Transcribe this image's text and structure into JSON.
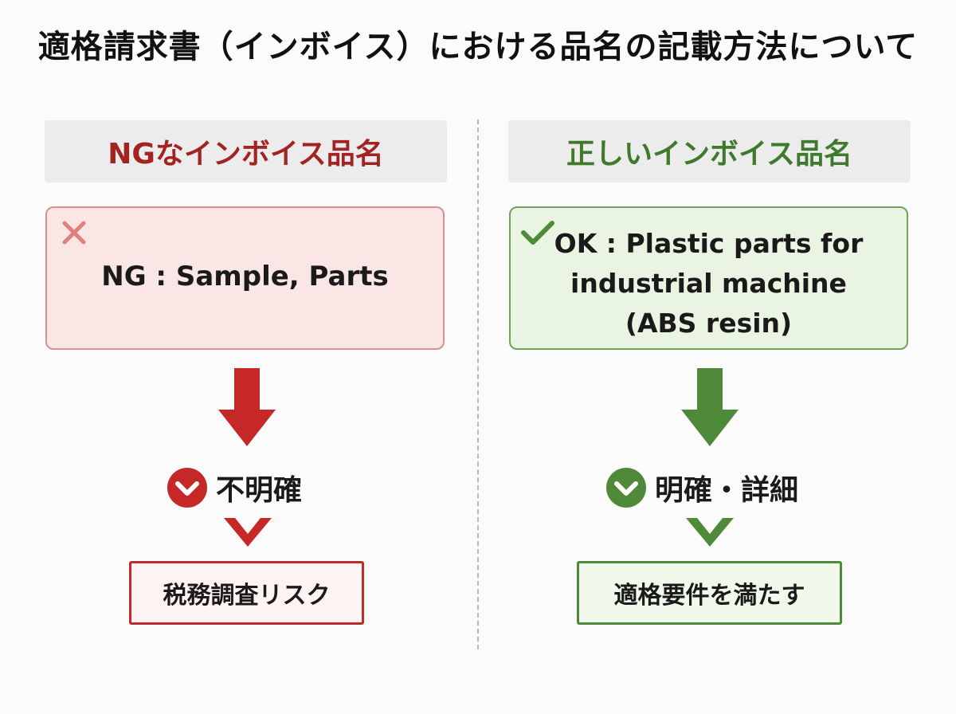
{
  "title": "適格請求書（インボイス）における品名の記載方法について",
  "colors": {
    "ng_accent": "#c62828",
    "ok_accent": "#4f8a3a",
    "ng_card_bg": "#fbe6e6",
    "ok_card_bg": "#eaf4e2"
  },
  "ng": {
    "header": "NGなインボイス品名",
    "mark_icon": "x-mark-icon",
    "example": "NG : Sample, Parts",
    "result": "不明確",
    "result_icon": "down-chevron-circle-icon",
    "outcome": "税務調査リスク"
  },
  "ok": {
    "header": "正しいインボイス品名",
    "mark_icon": "check-mark-icon",
    "example_lines": [
      "OK : Plastic parts for",
      "industrial machine",
      "(ABS resin)"
    ],
    "result": "明確・詳細",
    "result_icon": "down-chevron-circle-icon",
    "outcome": "適格要件を満たす"
  }
}
